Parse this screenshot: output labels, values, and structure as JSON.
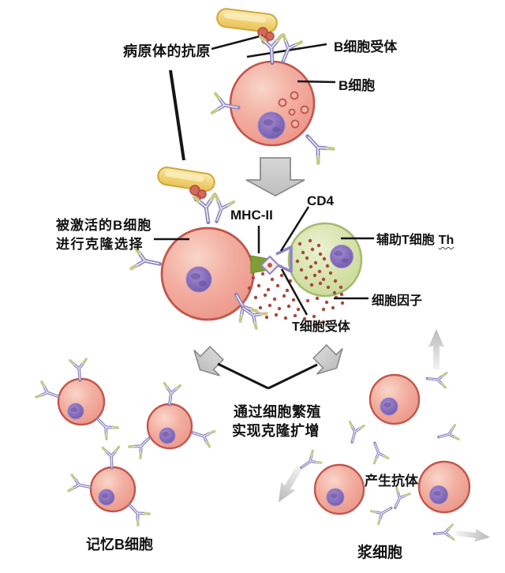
{
  "labels": {
    "pathogen_antigen": "病原体的抗原",
    "b_cell_receptor": "B细胞受体",
    "b_cell": "B细胞",
    "activated_b_cell_line1": "被激活的B细胞",
    "activated_b_cell_line2": "进行克隆选择",
    "mhc2": "MHC-II",
    "cd4": "CD4",
    "helper_t_cell": "辅助T细胞",
    "helper_t_cell_suffix": "Th",
    "cytokines": "细胞因子",
    "t_cell_receptor": "T细胞受体",
    "clonal_expansion_line1": "通过细胞繁殖",
    "clonal_expansion_line2": "实现克隆扩增",
    "memory_b_cells": "记忆B细胞",
    "produce_antibodies": "产生抗体",
    "plasma_cells": "浆细胞"
  },
  "icons": {
    "antibody_icon": "Y-shaped antibody / B-cell receptor glyph",
    "pathogen_icon": "yellow capsule-shaped pathogen",
    "antigen_icon": "red antigen fragment",
    "block_arrow_icon": "gray block arrow (process flow)",
    "fade_arrow_icon": "faded gray arrow (secretion direction)"
  },
  "colors": {
    "background": "#ffffff",
    "b_cell_fill": "#f2ab9e",
    "b_cell_border": "#c2564c",
    "nucleus_fill": "#8169b8",
    "helper_t_fill": "#d6e2ab",
    "helper_t_border": "#a5bb70",
    "pathogen_fill": "#f0d070",
    "pathogen_border": "#d2a53c",
    "antigen_fill": "#d4695a",
    "cytokine_dot": "#a6493b",
    "mhc_stalk": "#7d9f33",
    "tcr_bracket": "#8f84c4",
    "antibody_stroke": "#8a82bd",
    "antibody_tip": "#c6c98b",
    "arrow_fill": "#c9c9c9",
    "arrow_border": "#8a8a8a",
    "text": "#121212"
  }
}
